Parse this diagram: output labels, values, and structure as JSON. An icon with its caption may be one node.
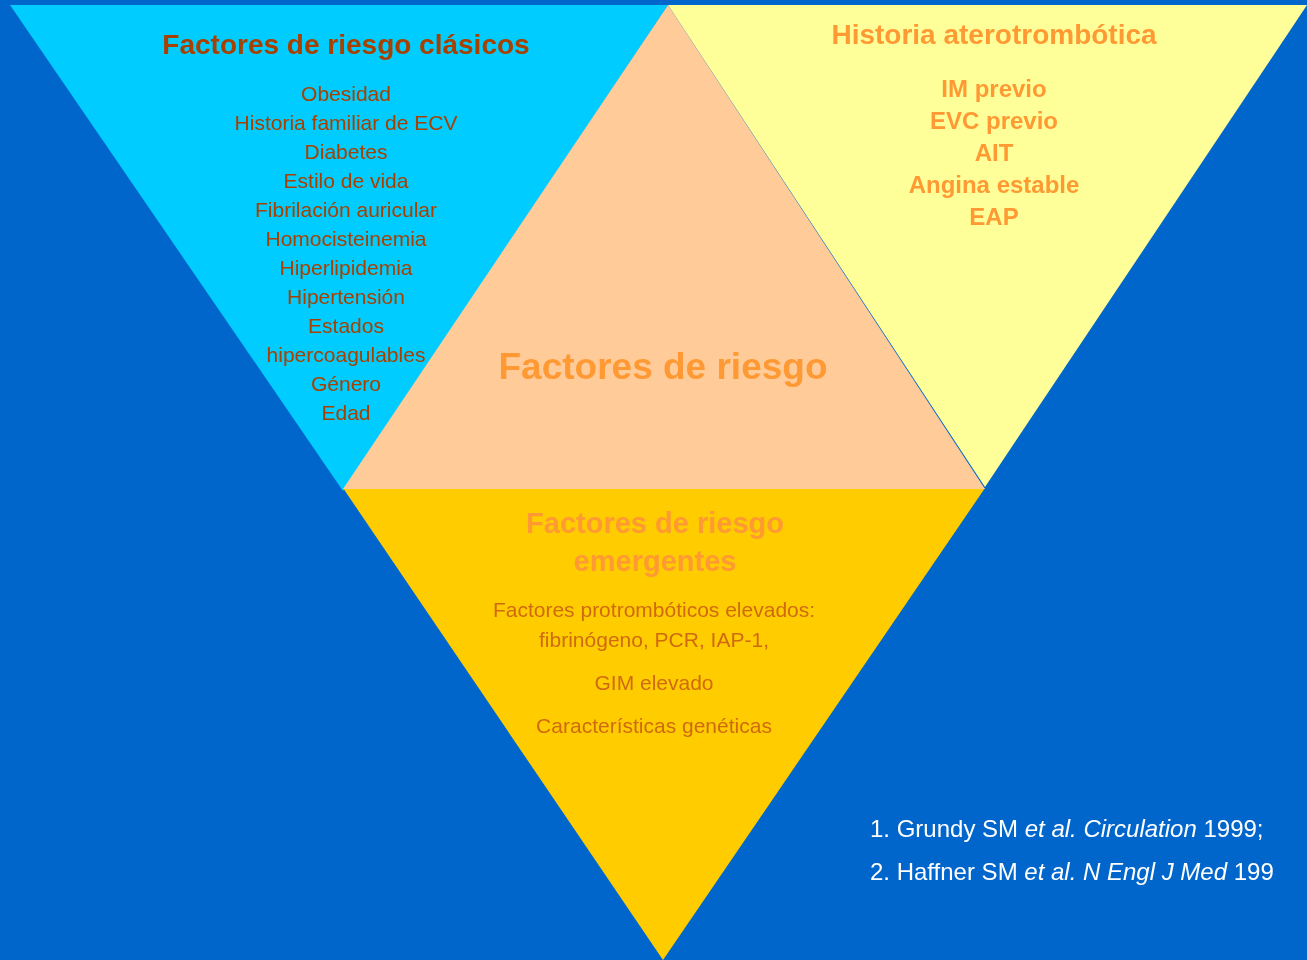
{
  "diagram": {
    "nodes": [
      {
        "text": [
          "Factores de riesgo clásicos",
          "Obesidad",
          "Historia familiar de ECV",
          "Diabetes",
          "Estilo de vida",
          "Fibrilación auricular",
          "Homocisteinemia",
          "Hiperlipidemia",
          "Hipertensión",
          "Estados hipercoagulables",
          "Género",
          "Edad"
        ]
      },
      {
        "text": [
          "Historia aterotrombótica",
          "IM previo",
          "EVC previo",
          "AIT",
          "Angina estable",
          "EAP"
        ]
      },
      {
        "text": [
          "Factores de riesgo"
        ]
      },
      {
        "text": [
          "Factores de riesgo emergentes",
          "Factores protrombóticos elevados: fibrinógeno, PCR, IAP-1,",
          "GIM elevado",
          "Características genéticas"
        ]
      }
    ],
    "labels": [
      "1. Grundy SM *et al. Circulation* 1999;",
      "2. Haffner SM *et al. N Engl J Med* 199"
    ]
  }
}
